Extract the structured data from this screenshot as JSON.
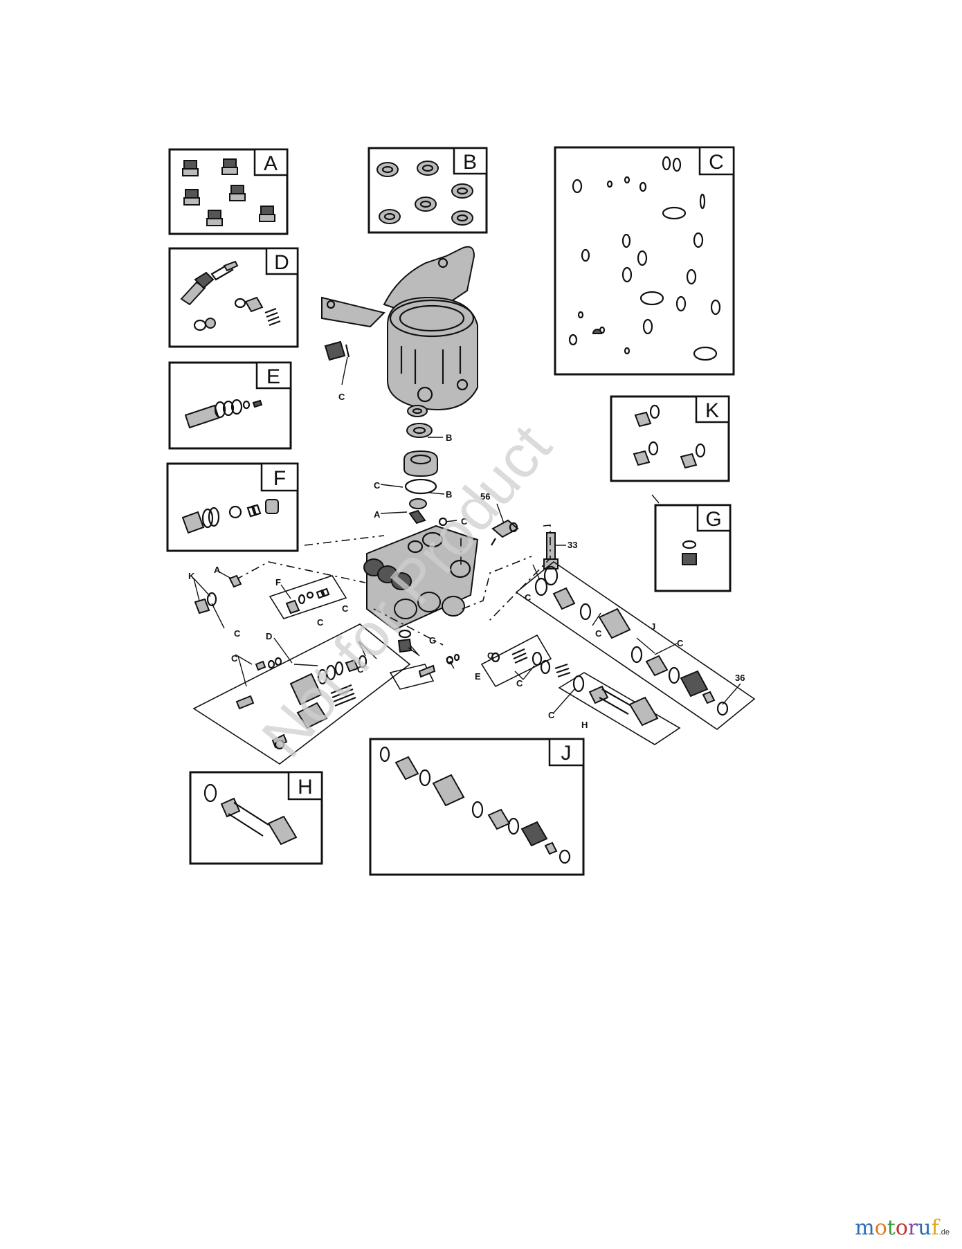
{
  "kits": [
    {
      "letter": "A"
    },
    {
      "letter": "B"
    },
    {
      "letter": "C"
    },
    {
      "letter": "D"
    },
    {
      "letter": "E"
    },
    {
      "letter": "F"
    },
    {
      "letter": "K"
    },
    {
      "letter": "G"
    },
    {
      "letter": "H"
    },
    {
      "letter": "J"
    }
  ],
  "callouts": {
    "c_housing": "C",
    "b_upper": "B",
    "c_mid": "C",
    "b_lower": "B",
    "a_top": "A",
    "c_right": "C",
    "n56": "56",
    "n33": "33",
    "k_left": "K",
    "a_left": "A",
    "c_left": "C",
    "f_group": "F",
    "c_f": "C",
    "c_f2": "C",
    "d_group": "D",
    "c_d1": "C",
    "c_d2": "C",
    "g_center": "G",
    "c_e": "C",
    "e_group": "E",
    "c_mid2": "C",
    "c_mid3": "C",
    "c_j1": "C",
    "c_j2": "C",
    "j_group": "J",
    "c_j3": "C",
    "n36": "36",
    "c_h": "C",
    "h_group": "H"
  },
  "watermark": "Not for Product",
  "logo": {
    "letters": [
      "m",
      "o",
      "t",
      "o",
      "r",
      "u",
      "f"
    ],
    "colors": [
      "#2a6db5",
      "#e07a1f",
      "#3a9a3a",
      "#c0312b",
      "#7a4aa8",
      "#2a6db5",
      "#e0a81f"
    ],
    "tld": ".de"
  }
}
